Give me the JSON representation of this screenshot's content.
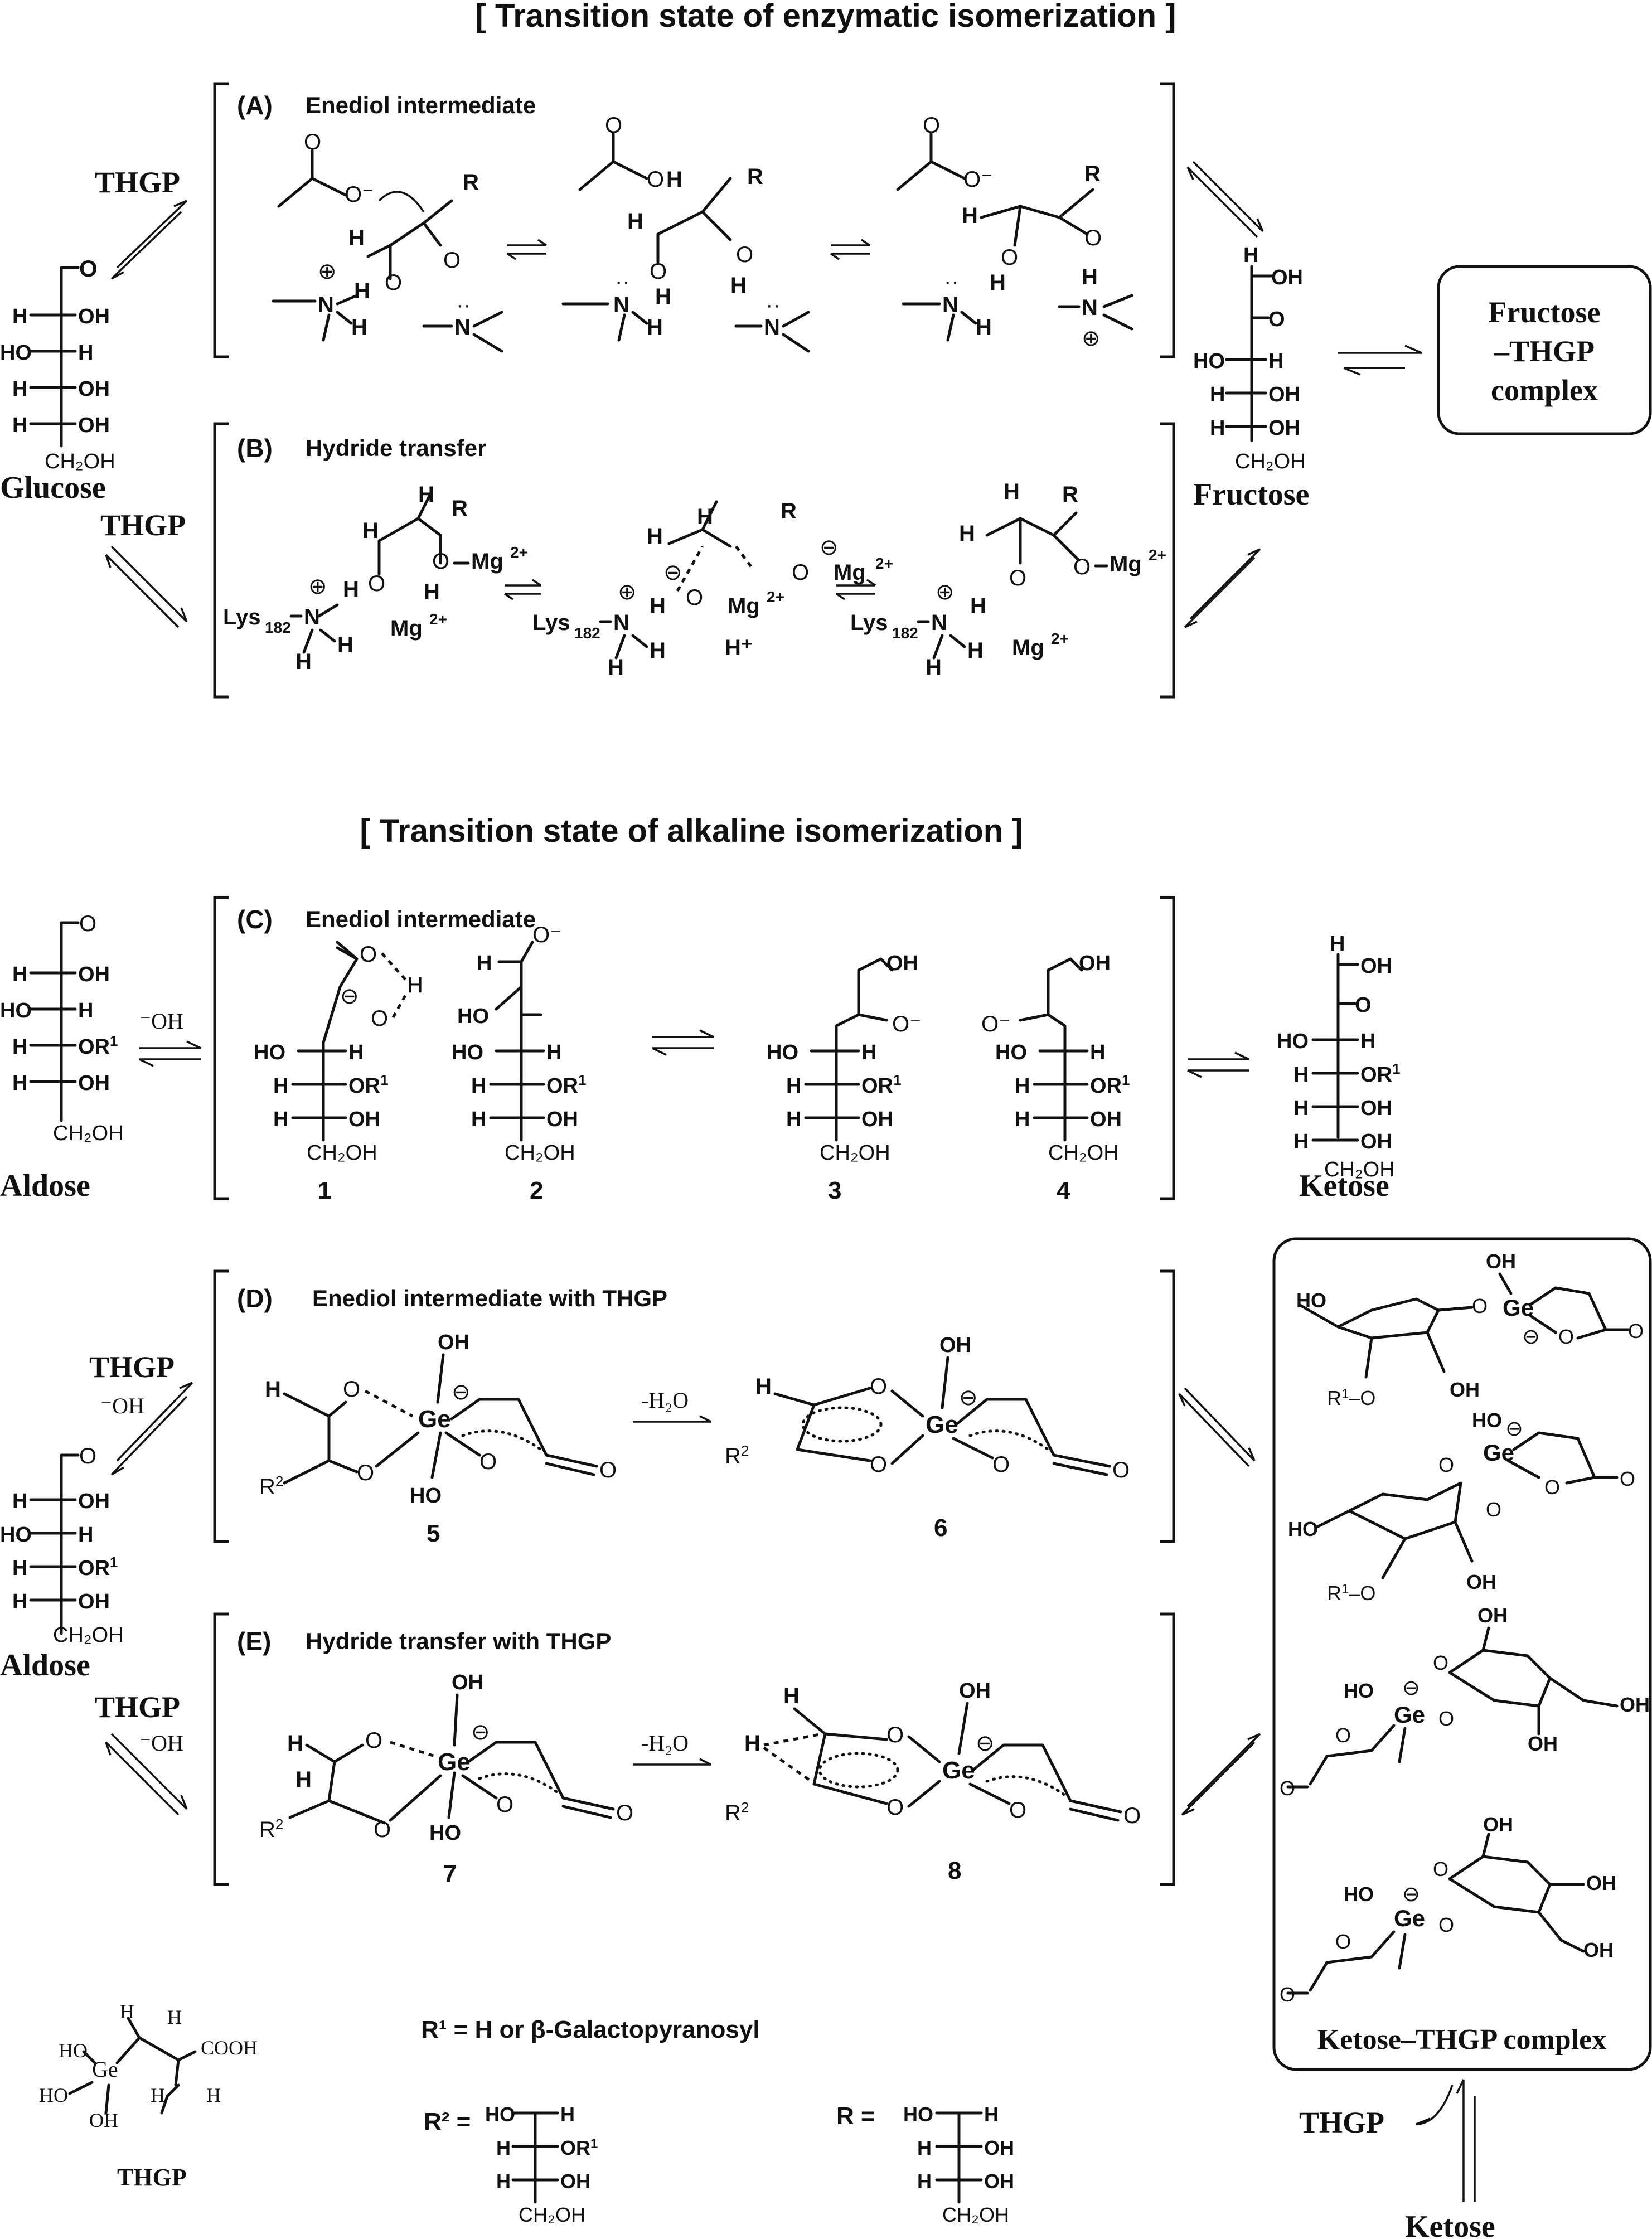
{
  "headings": {
    "enzymatic": "[ Transition state of enzymatic isomerization ]",
    "alkaline": "[ Transition state of alkaline isomerization ]"
  },
  "panels": {
    "A": {
      "letter": "(A)",
      "title": "Enediol intermediate"
    },
    "B": {
      "letter": "(B)",
      "title": "Hydride transfer"
    },
    "C": {
      "letter": "(C)",
      "title": "Enediol intermediate"
    },
    "D": {
      "letter": "(D)",
      "title": "Enediol intermediate with THGP"
    },
    "E": {
      "letter": "(E)",
      "title": "Hydride transfer with THGP"
    }
  },
  "compounds": {
    "glucose": "Glucose",
    "fructose": "Fructose",
    "fructose_complex": [
      "Fructose",
      "–THGP",
      "complex"
    ],
    "aldose": "Aldose",
    "ketose": "Ketose",
    "ketose_complex": "Ketose–THGP complex",
    "thgp": "THGP"
  },
  "reagents": {
    "thgp": "THGP",
    "hydroxide": "⁻OH",
    "minus_water": "-H₂O",
    "hydroxide_thgp": "-OH"
  },
  "numbers": [
    "1",
    "2",
    "3",
    "4",
    "5",
    "6",
    "7",
    "8"
  ],
  "atoms": {
    "oh": "OH",
    "h": "H",
    "o": "O",
    "ho": "HO",
    "or1": "OR",
    "ch2oh": "CH₂OH",
    "r": "R",
    "r2": "R",
    "ge": "Ge",
    "n": "N",
    "mg": "Mg",
    "lys": "Lys",
    "cooh": "COOH",
    "hplus": "H⁺",
    "ominus": "O⁻"
  },
  "definitions": {
    "r1_def": "R¹ = H  or  β-Galactopyranosyl",
    "r2_label": "R² =",
    "r_label": "R ="
  }
}
